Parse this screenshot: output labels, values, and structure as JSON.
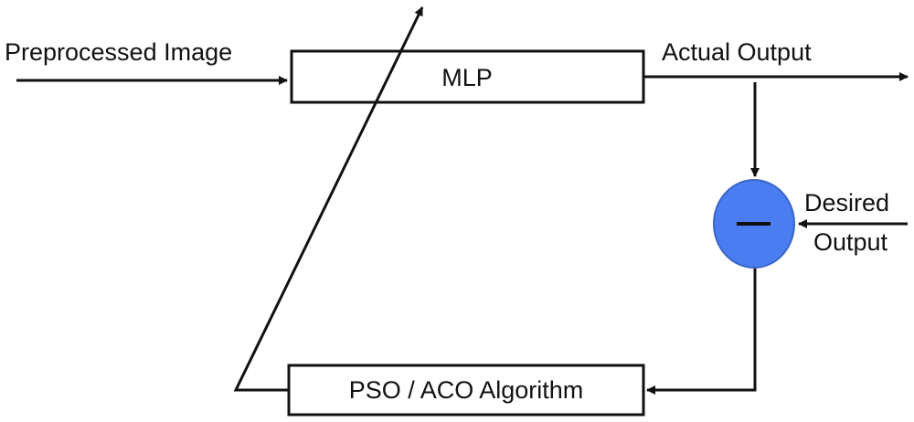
{
  "labels": {
    "input": "Preprocessed Image",
    "mlp": "MLP",
    "actual_output": "Actual Output",
    "desired_line1": "Desired",
    "desired_line2": "Output",
    "minus": "—",
    "optimizer": "PSO / ACO Algorithm"
  },
  "colors": {
    "comparator_fill": "#4a7df0",
    "comparator_stroke": "#3a66c8",
    "line": "#111111"
  }
}
